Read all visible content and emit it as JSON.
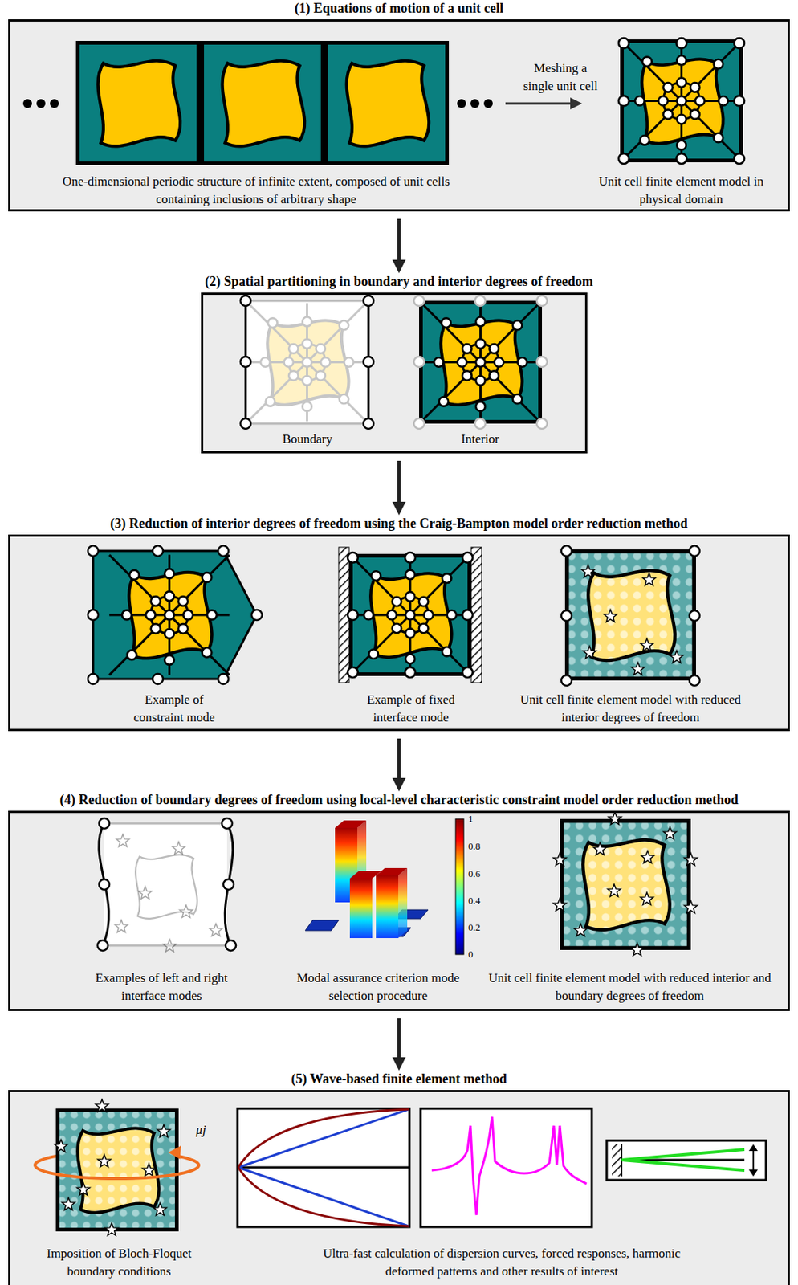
{
  "diagram": {
    "nodes": [
      {
        "text": [
          "(1) Equations of motion of a unit cell"
        ]
      },
      {
        "text": [
          "(2) Spatial partitioning in boundary and interior degrees of freedom"
        ]
      },
      {
        "text": [
          "(3) Reduction of interior degrees of freedom using the Craig-Bampton model order reduction method"
        ]
      },
      {
        "text": [
          "(4) Reduction of boundary degrees of freedom using local-level characteristic constraint model order reduction method"
        ]
      },
      {
        "text": [
          "(5) Wave-based finite element method"
        ]
      }
    ],
    "edges": [
      {
        "from": 0,
        "to": 1,
        "arrow": "to"
      },
      {
        "from": 1,
        "to": 2,
        "arrow": "to"
      },
      {
        "from": 2,
        "to": 3,
        "arrow": "to"
      },
      {
        "from": 3,
        "to": 4,
        "arrow": "to"
      }
    ],
    "labels": [
      "Meshing a single unit cell",
      "One-dimensional periodic structure of infinite extent, composed of unit cells containing inclusions of arbitrary shape",
      "Unit cell finite element model in physical domain",
      "Boundary",
      "Interior",
      "Example of constraint mode",
      "Example of fixed interface mode",
      "Unit cell finite element model with reduced interior degrees of freedom",
      "Examples of left and right interface modes",
      "Modal assurance criterion mode selection procedure",
      "Unit cell finite element model with reduced interior and boundary degrees of freedom",
      "1",
      "0.8",
      "0.6",
      "0.4",
      "0.2",
      "0",
      "μj",
      "Imposition of Bloch-Floquet boundary conditions",
      "Ultra-fast calculation of dispersion curves, forced responses, harmonic deformed patterns and other results of interest"
    ]
  }
}
